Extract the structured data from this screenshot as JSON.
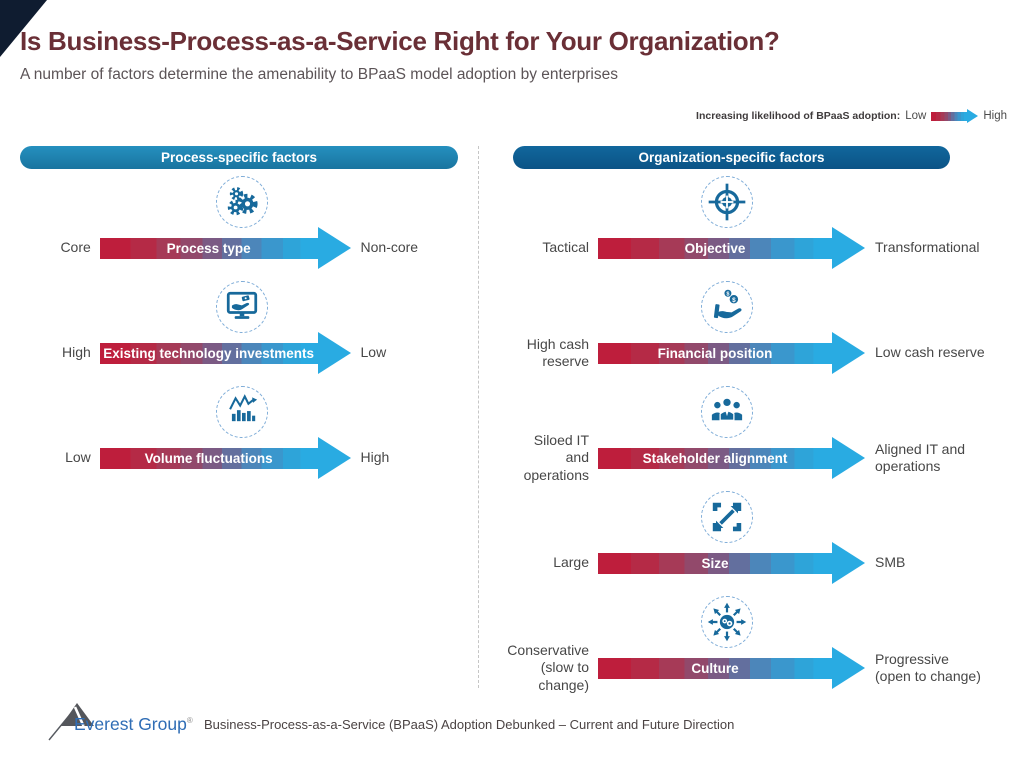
{
  "title": "Is Business-Process-as-a-Service Right for Your Organization?",
  "subtitle": "A number of factors determine the amenability to BPaaS model adoption by enterprises",
  "legend": {
    "label": "Increasing likelihood of BPaaS adoption:",
    "low": "Low",
    "high": "High"
  },
  "columns": [
    {
      "header": "Process-specific factors",
      "rows": [
        {
          "icon": "gears-icon",
          "left": "Core",
          "factor": "Process type",
          "right": "Non-core"
        },
        {
          "icon": "technology-investment-icon",
          "left": "High",
          "factor": "Existing technology investments",
          "right": "Low"
        },
        {
          "icon": "volume-fluctuation-chart-icon",
          "left": "Low",
          "factor": "Volume fluctuations",
          "right": "High"
        }
      ]
    },
    {
      "header": "Organization-specific factors",
      "rows": [
        {
          "icon": "target-icon",
          "left": "Tactical",
          "factor": "Objective",
          "right": "Transformational"
        },
        {
          "icon": "cash-hand-icon",
          "left": "High cash\nreserve",
          "factor": "Financial position",
          "right": "Low cash reserve"
        },
        {
          "icon": "stakeholders-icon",
          "left": "Siloed IT\nand operations",
          "factor": "Stakeholder alignment",
          "right": "Aligned IT and\noperations"
        },
        {
          "icon": "resize-icon",
          "left": "Large",
          "factor": "Size",
          "right": "SMB"
        },
        {
          "icon": "change-wheel-icon",
          "left": "Conservative\n(slow to change)",
          "factor": "Culture",
          "right": "Progressive\n(open to change)"
        }
      ]
    }
  ],
  "footer": {
    "logo_text": "Everest Group",
    "registered_mark": "®",
    "source_text": "Business-Process-as-a-Service (BPaaS) Adoption Debunked – Current and Future Direction"
  },
  "colors": {
    "title": "#6a2f36",
    "arrow_start_red": "#be1e3c",
    "arrow_end_blue": "#29abe2",
    "header_left_blue": "#1f82b1",
    "header_right_blue": "#0d5c91",
    "icon_blue": "#17699b",
    "corner_navy": "#0f1c30",
    "logo_blue": "#2f6db5"
  }
}
